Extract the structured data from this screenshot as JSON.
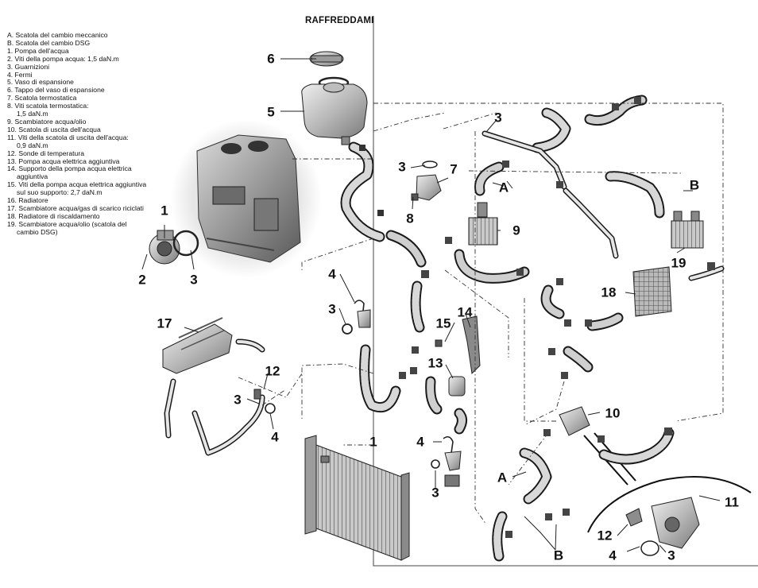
{
  "title": "RAFFREDDAMENT",
  "legend": [
    "A. Scatola del cambio meccanico",
    "B. Scatola del cambio DSG",
    "1. Pompa dell'acqua",
    "2. Viti della pompa acqua: 1,5 daN.m",
    "3. Guarnizioni",
    "4. Fermi",
    "5. Vaso di espansione",
    "6. Tappo del vaso di espansione",
    "7. Scatola termostatica",
    "8. Viti scatola termostatica:",
    "1,5 daN.m",
    "9. Scambiatore acqua/olio",
    "10. Scatola di uscita dell'acqua",
    "11. Viti della scatola di uscita dell'acqua:",
    "0,9 daN.m",
    "12. Sonde di temperatura",
    "13. Pompa acqua elettrica aggiuntiva",
    "14. Supporto della pompa acqua elettrica aggiuntiva",
    "15. Viti della pompa acqua elettrica aggiuntiva sul suo supporto: 2,7 daN.m",
    "16. Radiatore",
    "17. Scambiatore acqua/gas di scarico riciclati",
    "18. Radiatore di riscaldamento",
    "19. Scambiatore acqua/olio (scatola del cambio DSG)"
  ],
  "callouts": {
    "c1": "1",
    "c2": "2",
    "c3": "3",
    "c4": "4",
    "c5": "5",
    "c6": "6",
    "c7": "7",
    "c8": "8",
    "c9": "9",
    "c10": "10",
    "c11": "11",
    "c12": "12",
    "c13": "13",
    "c14": "14",
    "c15": "15",
    "c16": "1",
    "c17": "17",
    "c18": "18",
    "c19": "19",
    "cA": "A",
    "cB": "B"
  }
}
